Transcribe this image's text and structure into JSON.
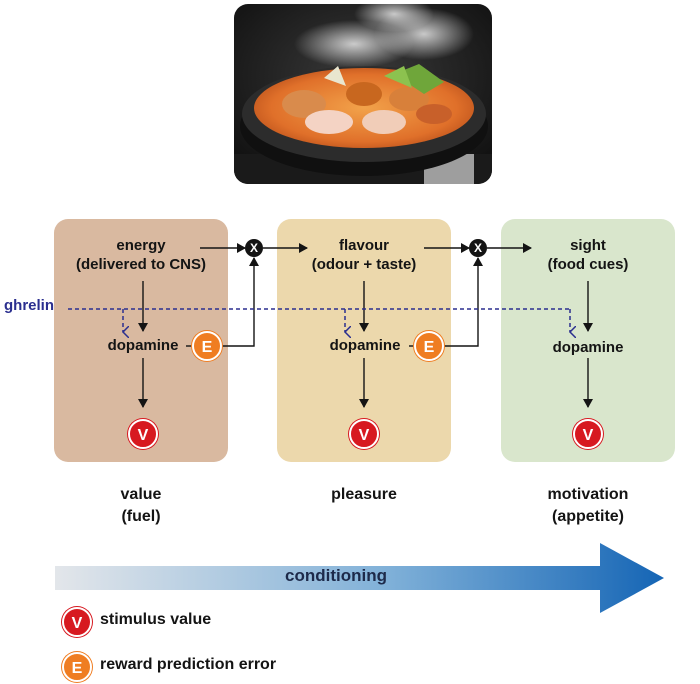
{
  "photo": {
    "icon": "steaming-hot-pot-photo"
  },
  "ghrelin_label": "ghrelin",
  "panels": [
    {
      "top_line1": "energy",
      "top_line2": "(delivered to CNS)",
      "mid": "dopamine",
      "caption_line1": "value",
      "caption_line2": "(fuel)"
    },
    {
      "top_line1": "flavour",
      "top_line2": "(odour + taste)",
      "mid": "dopamine",
      "caption_line1": "pleasure",
      "caption_line2": ""
    },
    {
      "top_line1": "sight",
      "top_line2": "(food cues)",
      "mid": "dopamine",
      "caption_line1": "motivation",
      "caption_line2": "(appetite)"
    }
  ],
  "badges": {
    "v": "V",
    "e": "E",
    "x": "X"
  },
  "conditioning": {
    "label": "conditioning"
  },
  "legend": [
    {
      "badge": "V",
      "text": "stimulus value"
    },
    {
      "badge": "E",
      "text": "reward prediction error"
    }
  ],
  "colors": {
    "panel_value": "#d9b9a0",
    "panel_pleasure": "#ecd8ac",
    "panel_motivation": "#d9e6cc",
    "ghrelin": "#2b2f8f",
    "v_badge": "#d71920",
    "e_badge": "#ef7d22",
    "arrow_start": "#e3e6ea",
    "arrow_end": "#1565b5"
  }
}
